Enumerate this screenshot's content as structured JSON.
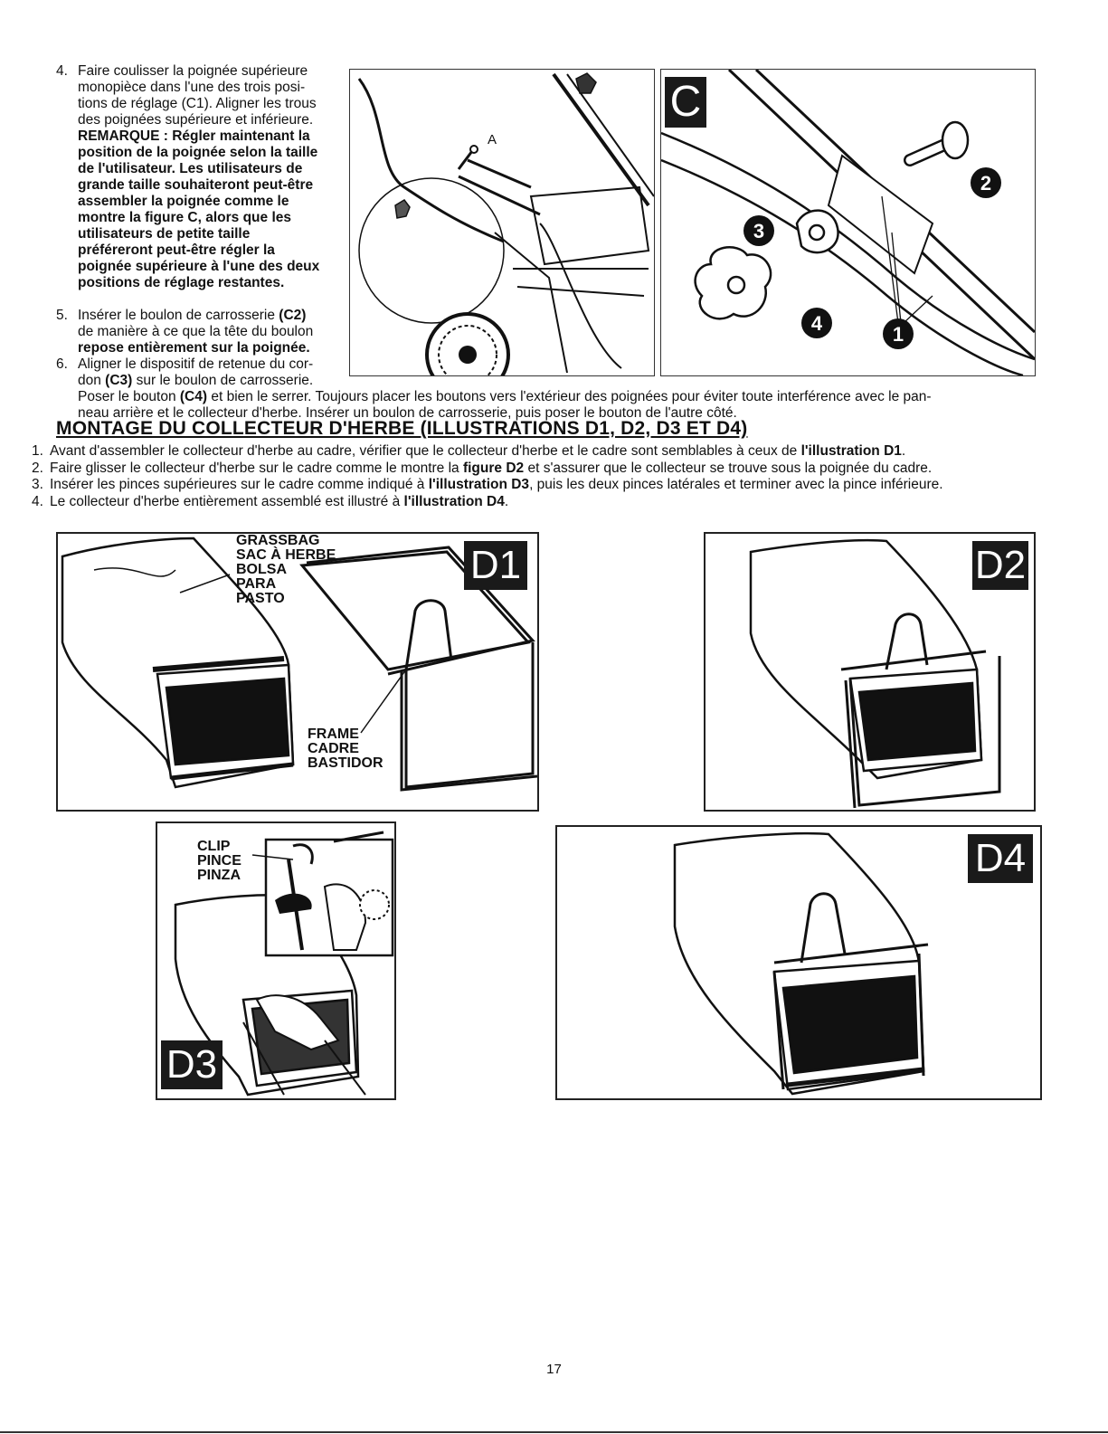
{
  "steps_top": [
    {
      "num": "4.",
      "lines": [
        "Faire coulisser la poignée supérieure",
        "monopièce dans l'une des trois posi-",
        "tions de réglage (C1). Aligner les trous",
        "des poignées supérieure et inférieure."
      ],
      "bold_lines": [
        "REMARQUE : Régler maintenant la",
        "position de la poignée selon la taille",
        "de l'utilisateur. Les utilisateurs de",
        "grande taille souhaiteront peut-être",
        "assembler la poignée comme le",
        "montre la figure C, alors que les",
        "utilisateurs de petite taille",
        "préféreront peut-être régler la",
        "poignée supérieure à l'une des deux",
        "positions de réglage restantes."
      ]
    },
    {
      "num": "5.",
      "line1_a": "Insérer le boulon de carrosserie ",
      "line1_b": "(C2)",
      "line2": "de manière à ce que la tête du boulon",
      "line3": "repose entièrement sur la poignée."
    },
    {
      "num": "6.",
      "line1": "Aligner le dispositif de retenue du cor-",
      "line2_a": "don ",
      "line2_b": "(C3)",
      "line2_c": " sur le boulon de carrosserie.",
      "line3_a": "Poser le bouton ",
      "line3_b": "(C4)",
      "line3_c": " et bien le serrer. Toujours placer les boutons vers l'extérieur des poignées pour éviter toute interférence avec le pan-",
      "line4": "neau arrière et le collecteur d'herbe. Insérer un boulon de carrosserie, puis poser le bouton de l'autre côté."
    }
  ],
  "figure_a": {
    "label": "A"
  },
  "figure_c": {
    "badge": "C",
    "callouts": [
      "1",
      "2",
      "3",
      "4"
    ]
  },
  "section_heading": "MONTAGE DU COLLECTEUR D'HERBE (ILLUSTRATIONS D1, D2, D3 ET D4)",
  "steps_bottom": [
    {
      "num": "1.",
      "a": "Avant d'assembler le collecteur d'herbe au cadre, vérifier que le collecteur d'herbe et le cadre sont semblables à ceux de ",
      "b": "l'illustration D1",
      "c": "."
    },
    {
      "num": "2.",
      "a": "Faire glisser le collecteur d'herbe sur le cadre comme le montre la ",
      "b": "figure D2",
      "c": " et s'assurer que le collecteur se trouve sous la poignée du cadre."
    },
    {
      "num": "3.",
      "a": "Insérer les pinces supérieures sur le cadre comme indiqué à ",
      "b": "l'illustration D3",
      "c": ", puis les deux pinces latérales et terminer avec la pince inférieure."
    },
    {
      "num": "4.",
      "a": "Le collecteur d'herbe entièrement assemblé est illustré à ",
      "b": "l'illustration D4",
      "c": "."
    }
  ],
  "d1": {
    "badge": "D1",
    "bag_labels": [
      "GRASSBAG",
      "SAC À HERBE",
      "BOLSA",
      "PARA",
      "PASTO"
    ],
    "frame_labels": [
      "FRAME",
      "CADRE",
      "BASTIDOR"
    ]
  },
  "d2": {
    "badge": "D2"
  },
  "d3": {
    "badge": "D3",
    "clip_labels": [
      "CLIP",
      "PINCE",
      "PINZA"
    ]
  },
  "d4": {
    "badge": "D4"
  },
  "page_number": "17"
}
